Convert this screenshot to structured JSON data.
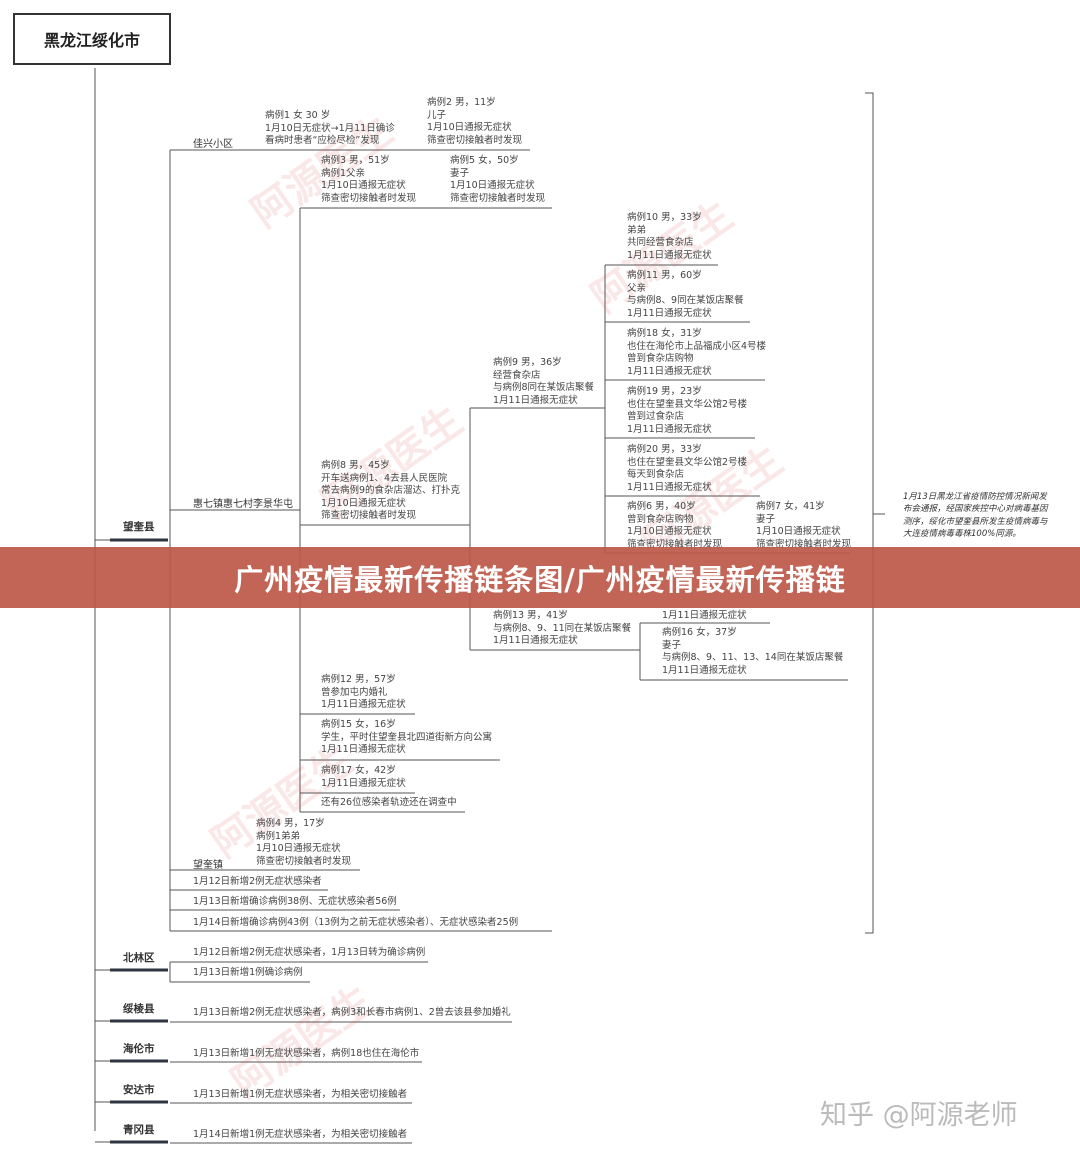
{
  "title": "黑龙江绥化市",
  "banner": "广州疫情最新传播链条图/广州疫情最新传播链",
  "credit": "知乎 @阿源老师",
  "watermark": "阿源医生",
  "counties": {
    "wangkui": "望奎县",
    "beilin": "北林区",
    "suileng": "绥棱县",
    "hailun": "海伦市",
    "anda": "安达市",
    "qinggang": "青冈县"
  },
  "places": {
    "jiaxing": "佳兴小区",
    "huiqi": "惠七镇惠七村李景华屯",
    "wangkuizhen": "望奎镇"
  },
  "cases": {
    "c1": [
      "病例1 女 30 岁",
      "1月10日无症状→1月11日确诊",
      "看病时患者“应检尽检”发现"
    ],
    "c2": [
      "病例2 男，11岁",
      "儿子",
      "1月10日通报无症状",
      "筛查密切接触者时发现"
    ],
    "c3": [
      "病例3 男，51岁",
      "病例1父亲",
      "1月10日通报无症状",
      "筛查密切接触者时发现"
    ],
    "c5": [
      "病例5 女，50岁",
      "妻子",
      "1月10日通报无症状",
      "筛查密切接触者时发现"
    ],
    "c8": [
      "病例8 男，45岁",
      "开车送病例1、4去县人民医院",
      "常去病例9的食杂店溜达、打扑克",
      "1月10日通报无症状",
      "筛查密切接触者时发现"
    ],
    "c9": [
      "病例9 男，36岁",
      "经营食杂店",
      "与病例8同在某饭店聚餐",
      "1月11日通报无症状"
    ],
    "c10": [
      "病例10 男，33岁",
      "弟弟",
      "共同经营食杂店",
      "1月11日通报无症状"
    ],
    "c11": [
      "病例11 男，60岁",
      "父亲",
      "与病例8、9同在某饭店聚餐",
      "1月11日通报无症状"
    ],
    "c18": [
      "病例18 女，31岁",
      "也住在海伦市上品福成小区4号楼",
      "曾到食杂店购物",
      "1月11日通报无症状"
    ],
    "c19": [
      "病例19 男，23岁",
      "也住在望奎县文华公馆2号楼",
      "曾到过食杂店",
      "1月11日通报无症状"
    ],
    "c20": [
      "病例20 男，33岁",
      "也住在望奎县文华公馆2号楼",
      "每天到食杂店",
      "1月11日通报无症状"
    ],
    "c6": [
      "病例6 男，40岁",
      "曾到食杂店购物",
      "1月10日通报无症状",
      "筛查密切接触者时发现"
    ],
    "c7": [
      "病例7 女，41岁",
      "妻子",
      "1月10日通报无症状",
      "筛查密切接触者时发现"
    ],
    "c14": [
      "1月11日通报无症状"
    ],
    "c13": [
      "病例13 男，41岁",
      "与病例8、9、11同在某饭店聚餐",
      "1月11日通报无症状"
    ],
    "c16": [
      "病例16 女，37岁",
      "妻子",
      "与病例8、9、11、13、14同在某饭店聚餐",
      "1月11日通报无症状"
    ],
    "c12": [
      "病例12 男，57岁",
      "曾参加屯内婚礼",
      "1月11日通报无症状"
    ],
    "c15": [
      "病例15 女，16岁",
      "学生，平时住望奎县北四道街新方向公寓",
      "1月11日通报无症状"
    ],
    "c17": [
      "病例17 女，42岁",
      "1月11日通报无症状"
    ],
    "c26": [
      "还有26位感染者轨迹还在调查中"
    ],
    "c4": [
      "病例4 男，17岁",
      "病例1弟弟",
      "1月10日通报无症状",
      "筛查密切接触者时发现"
    ]
  },
  "wangkui_updates": [
    "1月12日新增2例无症状感染者",
    "1月13日新增确诊病例38例、无症状感染者56例",
    "1月14日新增确诊病例43例（13例为之前无症状感染者）、无症状感染者25例"
  ],
  "note": [
    "1月13日黑龙江省疫情防控情况新闻发",
    "布会通报，经国家疾控中心对病毒基因",
    "测序，绥化市望奎县所发生疫情病毒与",
    "大连疫情病毒毒株100%同源。"
  ],
  "beilin_updates": [
    "1月12日新增2例无症状感染者，1月13日转为确诊病例",
    "1月13日新增1例确诊病例"
  ],
  "suileng_update": "1月13日新增2例无症状感染者，病例3和长春市病例1、2曾去该县参加婚礼",
  "hailun_update": "1月13日新增1例无症状感染者，病例18也住在海伦市",
  "anda_update": "1月13日新增1例无症状感染者，为相关密切接触者",
  "qinggang_update": "1月14日新增1例无症状感染者，为相关密切接触者"
}
